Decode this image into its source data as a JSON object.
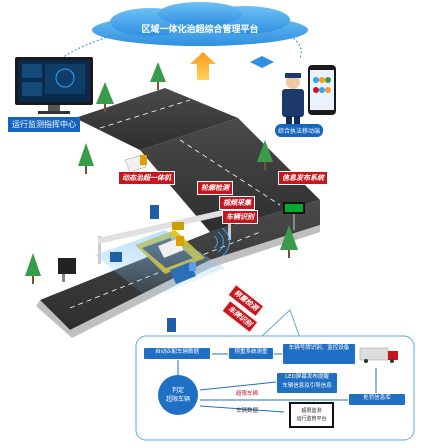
{
  "header": {
    "title": "区域一体化治超综合管理平台"
  },
  "left_node": {
    "label": "运行监测指挥中心"
  },
  "right_node": {
    "label": "综合执法移动端"
  },
  "tags": {
    "integrated": "动态治超一体机",
    "axle": "轮廓检测",
    "video": "视频采集",
    "vehicle_id": "车辆识别",
    "info_release": "信息发布系统",
    "weigh": "称重检测",
    "plate": "车牌识别"
  },
  "flow": {
    "auto_match": "自动匹配车辆数据",
    "weigh_system": "称重系统测重",
    "capture": "车辆号牌识别、监控设备",
    "judge": "判定\n超限车辆",
    "overloaded": "超限车辆",
    "led": "LED屏幕发布提醒\n车辆信息及引导信息",
    "data": "车辆数据",
    "regulation": "超限监测\n运行监管平台",
    "punish": "处罚信息库"
  },
  "colors": {
    "accent_blue": "#1f6fc4",
    "red": "#c8161d",
    "road": "#3d3d3d",
    "tree": "#3a9c4a",
    "cloud": "#2f8fe0"
  }
}
